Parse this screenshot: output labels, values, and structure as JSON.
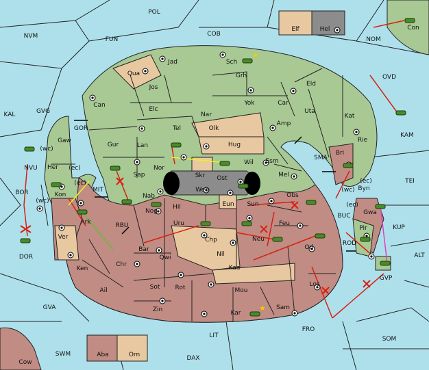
{
  "colors": {
    "sea": "#aee0ec",
    "green": "#a8c894",
    "red": "#c08c84",
    "tan": "#e8c8a0",
    "gray": "#8c8c8c",
    "border": "#222222",
    "arrow_red": "#d82010",
    "arrow_yellow": "#f0f020",
    "arrow_green": "#60c030",
    "arrow_pink": "#e040c0"
  },
  "icons": {
    "supply_center": "circled-dot",
    "army": "tank-icon",
    "capital": "star-icon"
  },
  "sea_labels": [
    "POL",
    "NVM",
    "FUN",
    "COB",
    "NOM",
    "OVD",
    "KAL",
    "GVG",
    "GOR",
    "KAM",
    "TEI",
    "SMA",
    "MIT",
    "RBU",
    "BUC",
    "KUP",
    "ROD",
    "ALT",
    "GVA",
    "FRO",
    "SOM",
    "LIT",
    "SWM",
    "DAX",
    "BOR",
    "DOR",
    "NVU"
  ],
  "land_labels": [
    "Jad",
    "Sch",
    "Qua",
    "Jos",
    "Grh",
    "Eld",
    "Can",
    "Yok",
    "Car",
    "Elc",
    "Nar",
    "Uta",
    "Kat",
    "Amp",
    "Olk",
    "Tel",
    "Gur",
    "Lan",
    "Hug",
    "Rie",
    "Bri",
    "Wil",
    "Esm",
    "Nor",
    "Skr",
    "Ost",
    "Web",
    "Mel",
    "Sap",
    "Byn",
    "Eun",
    "Nab",
    "Sun",
    "Obs",
    "Hil",
    "Gwa",
    "Nog",
    "Feu",
    "Pir",
    "Uru",
    "Chp",
    "Neu",
    "Orl",
    "Bar",
    "Qwi",
    "Nil",
    "Gaw",
    "Her",
    "Kon",
    "Ark",
    "Ver",
    "Ken",
    "Chr",
    "Ail",
    "Sot",
    "Rot",
    "Kaa",
    "Mou",
    "Los",
    "Zin",
    "Kar",
    "Sam",
    "GVP",
    "Con",
    "Elf",
    "Hel",
    "Aba",
    "Orn",
    "Cow"
  ],
  "unit_markers": [
    "(wc)",
    "(ec)",
    "(ec)",
    "(wc)",
    "(wc)",
    "(ec)",
    "(ec)"
  ]
}
